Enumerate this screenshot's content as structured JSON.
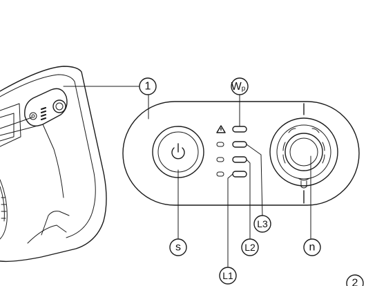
{
  "callouts": {
    "one": "1",
    "wp_main": "W",
    "wp_sub": "p",
    "s": "s",
    "l1": "L1",
    "l2": "L2",
    "l3": "L3",
    "n": "n",
    "partial_right": "2"
  },
  "icons": {
    "power": "power-icon",
    "warning": "warning-triangle-icon",
    "indicator": "indicator-led-icon"
  },
  "colors": {
    "line": "#1a1a1a",
    "background": "#ffffff"
  }
}
